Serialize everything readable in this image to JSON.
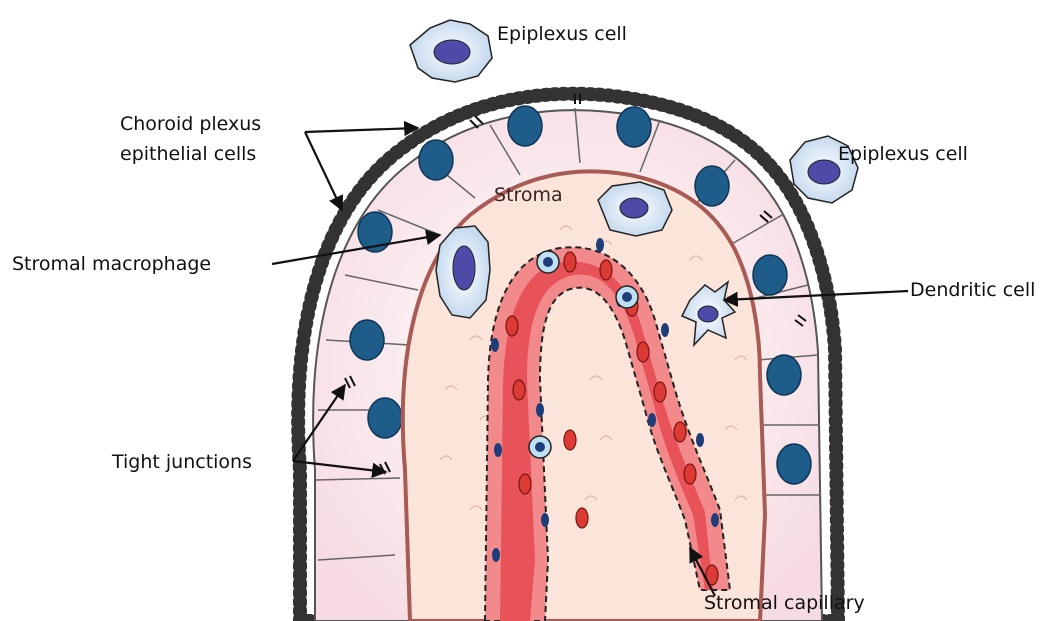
{
  "labels": {
    "epiplexus_top": "Epiplexus cell",
    "epiplexus_right": "Epiplexus cell",
    "choroid_line1": "Choroid plexus",
    "choroid_line2": "epithelial cells",
    "stroma": "Stroma",
    "stromal_macrophage": "Stromal macrophage",
    "dendritic_cell": "Dendritic cell",
    "tight_junctions": "Tight junctions",
    "stromal_capillary": "Stromal capillary"
  },
  "colors": {
    "epithelium_fill": "#fbeef0",
    "stroma_fill": "#fbe5da",
    "stroma_border": "#a85a55",
    "vessel_outer": "#f28a8c",
    "vessel_inner": "#e8535a",
    "nucleus": "#1e5d8a",
    "rbc": "#dc3b35",
    "immune_cell": "#dce9f6",
    "immune_nucleus": "#4e4aa8",
    "outline": "#222222"
  }
}
